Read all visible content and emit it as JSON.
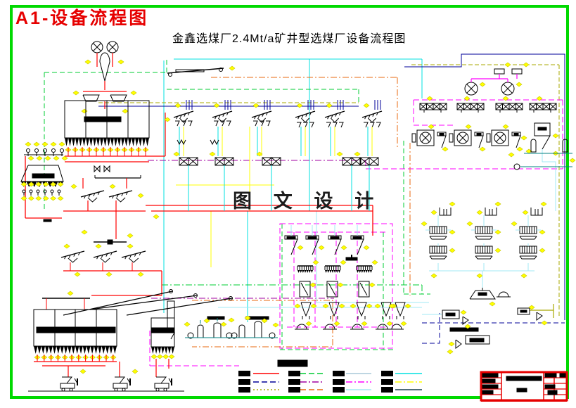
{
  "header": {
    "sheet_label": "A1-设备流程图",
    "drawing_title": "金鑫选煤厂2.4Mt/a矿井型选煤厂设备流程图"
  },
  "watermark": {
    "text": "图 文 设 计"
  },
  "palette": {
    "border_green": "#00d900",
    "title_red": "#e60000",
    "black": "#000000",
    "red": "#ff0000",
    "yellow": "#ffff00",
    "yellow_edge": "#c8c800",
    "cyan": "#00e0e0",
    "pale_cyan": "#a0e8f4",
    "green": "#00cc33",
    "olive": "#a8a800",
    "navy": "#000099",
    "magenta": "#ff00ff",
    "purple": "#a000a0",
    "orange": "#e8680f",
    "steel": "#a9c9d9",
    "teal": "#008080",
    "dark_teal": "#173f4f"
  },
  "legend": {
    "labels_redacted": true,
    "items": [
      {
        "color_key": "red",
        "style": "solid"
      },
      {
        "color_key": "navy",
        "style": "dashed"
      },
      {
        "color_key": "olive",
        "style": "dotted"
      },
      {
        "color_key": "green",
        "style": "dashed"
      },
      {
        "color_key": "purple",
        "style": "dashdot"
      },
      {
        "color_key": "orange",
        "style": "dashed"
      },
      {
        "color_key": "steel",
        "style": "solid"
      },
      {
        "color_key": "magenta",
        "style": "dashdot"
      },
      {
        "color_key": "pale_cyan",
        "style": "solid"
      },
      {
        "color_key": "cyan",
        "style": "solid"
      },
      {
        "color_key": "yellow",
        "style": "dashdot"
      },
      {
        "color_key": "dark_teal",
        "style": "solid"
      }
    ]
  },
  "title_block": {
    "text_redacted": true
  }
}
